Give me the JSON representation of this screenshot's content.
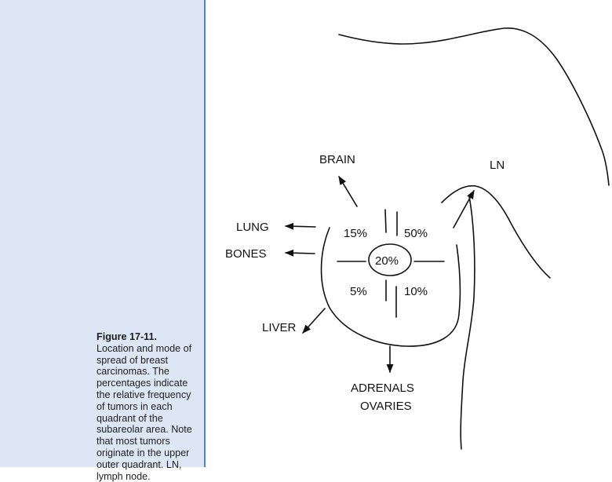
{
  "caption": {
    "figure_label": "Figure 17-11.",
    "text": " Location and mode of spread of breast carcinomas. The percentages indicate the relative frequency of tumors in each quadrant of the subareolar area. Note that most tumors originate in the upper outer quadrant. LN, lymph node."
  },
  "diagram": {
    "quadrants": {
      "upper_left": "15%",
      "upper_right": "50%",
      "lower_left": "5%",
      "lower_right": "10%",
      "center": "20%"
    },
    "spread_sites": {
      "brain": "BRAIN",
      "lung": "LUNG",
      "bones": "BONES",
      "liver": "LIVER",
      "adrenals": "ADRENALS",
      "ovaries": "OVARIES",
      "lymph_node": "LN"
    }
  }
}
